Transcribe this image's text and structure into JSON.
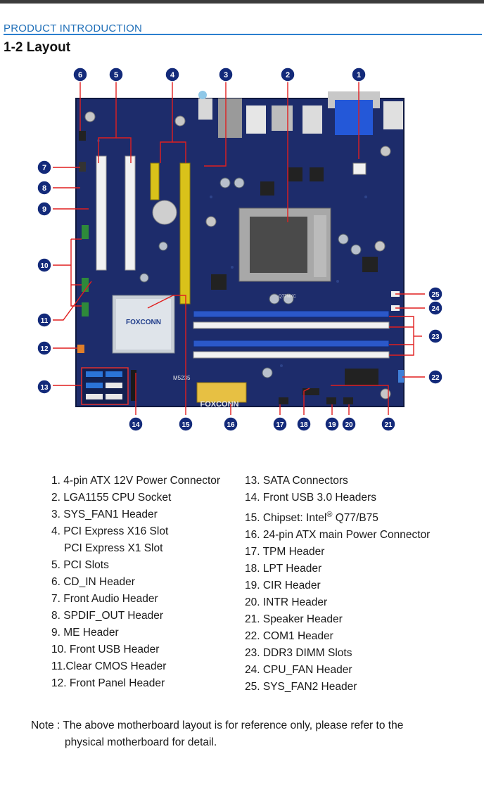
{
  "section_label": "PRODUCT INTRODUCTION",
  "heading": "1-2 Layout",
  "board": {
    "brand": "FOXCONN",
    "chipset_logo": "FOXCONN",
    "model_text": "Q77MXC",
    "silk_text": "M5235"
  },
  "callouts": [
    "1",
    "2",
    "3",
    "4",
    "5",
    "6",
    "7",
    "8",
    "9",
    "10",
    "11",
    "12",
    "13",
    "14",
    "15",
    "16",
    "17",
    "18",
    "19",
    "20",
    "21",
    "22",
    "23",
    "24",
    "25"
  ],
  "list_left": [
    "1. 4-pin ATX 12V Power Connector",
    "2. LGA1155 CPU Socket",
    "3. SYS_FAN1 Header",
    "4. PCI Express X16 Slot",
    "PCI Express X1 Slot",
    "5. PCI Slots",
    "6. CD_IN Header",
    "7. Front Audio Header",
    "8. SPDIF_OUT Header",
    "9. ME Header",
    "10. Front USB Header",
    "11.Clear CMOS Header",
    "12. Front Panel Header"
  ],
  "list_right": [
    "13. SATA Connectors",
    "14. Front USB 3.0 Headers",
    "15. Chipset: Intel",
    "16. 24-pin ATX main Power Connector",
    "17. TPM Header",
    "18. LPT Header",
    "19. CIR Header",
    "20. INTR Header",
    "21. Speaker Header",
    "22. COM1 Header",
    "23. DDR3 DIMM Slots",
    "24. CPU_FAN Header",
    "25. SYS_FAN2 Header"
  ],
  "chipset_sup": "®",
  "chipset_suffix": " Q77/B75",
  "note_line1": "Note : The above motherboard layout is for reference only, please refer to the",
  "note_line2": "physical  motherboard for detail.",
  "colors": {
    "board": "#1d2c6b",
    "callout": "#132a7a",
    "accent": "#1f6fb8",
    "pcie": "#d9c21a",
    "dimm": "#2b58c9",
    "arrow": "#e01f1f"
  }
}
